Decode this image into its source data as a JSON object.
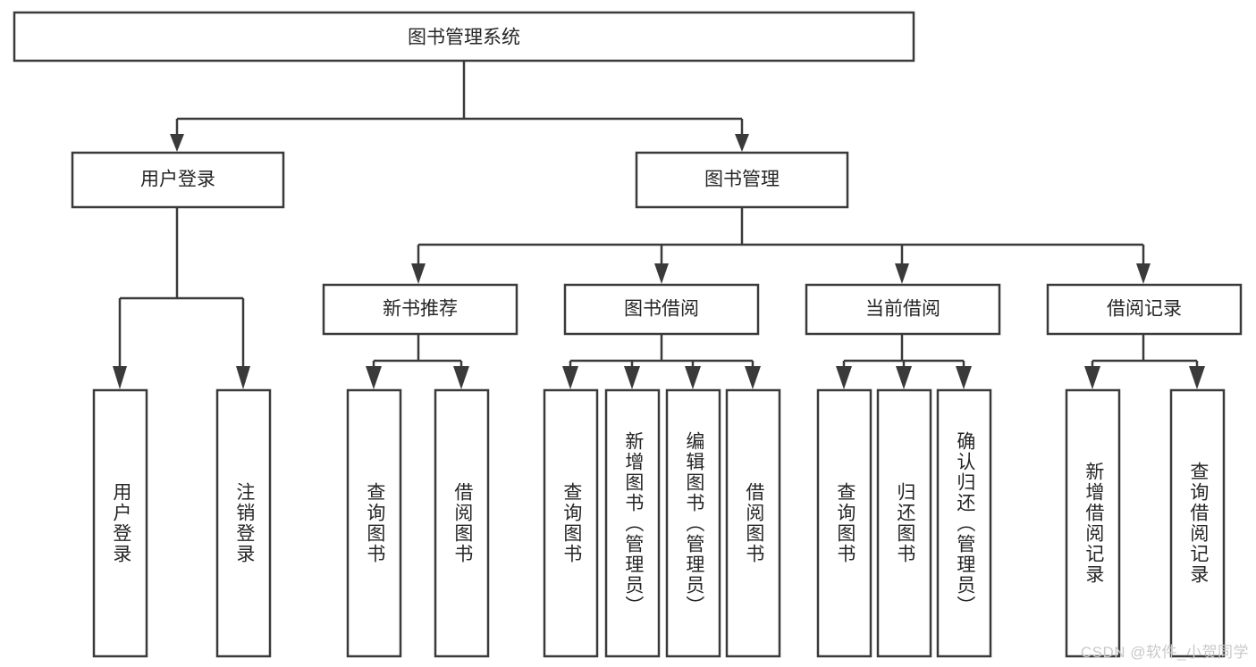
{
  "diagram": {
    "type": "tree-hierarchy",
    "title": "图书管理系统",
    "watermark": "CSDN @软件_小贺同学",
    "colors": {
      "box_stroke": "#3a3a3a",
      "box_fill": "#ffffff",
      "text": "#262626",
      "background": "#ffffff",
      "watermark": "#c9c9c9"
    },
    "root": {
      "id": "root",
      "label": "图书管理系统"
    },
    "level2": [
      {
        "id": "user-login",
        "label": "用户登录"
      },
      {
        "id": "book-manage",
        "label": "图书管理"
      }
    ],
    "level3": [
      {
        "id": "new-book-recommend",
        "label": "新书推荐",
        "parent": "book-manage"
      },
      {
        "id": "book-borrow",
        "label": "图书借阅",
        "parent": "book-manage"
      },
      {
        "id": "current-borrow",
        "label": "当前借阅",
        "parent": "book-manage"
      },
      {
        "id": "borrow-record",
        "label": "借阅记录",
        "parent": "book-manage"
      }
    ],
    "leaves": [
      {
        "id": "leaf-user-login",
        "label": "用户登录",
        "parent": "user-login"
      },
      {
        "id": "leaf-logout-login",
        "label": "注销登录",
        "parent": "user-login"
      },
      {
        "id": "leaf-query-book-1",
        "label": "查询图书",
        "parent": "new-book-recommend"
      },
      {
        "id": "leaf-borrow-book-1",
        "label": "借阅图书",
        "parent": "new-book-recommend"
      },
      {
        "id": "leaf-query-book-2",
        "label": "查询图书",
        "parent": "book-borrow"
      },
      {
        "id": "leaf-add-book",
        "label": "新增图书（管理员）",
        "parent": "book-borrow"
      },
      {
        "id": "leaf-edit-book",
        "label": "编辑图书（管理员）",
        "parent": "book-borrow"
      },
      {
        "id": "leaf-borrow-book-2",
        "label": "借阅图书",
        "parent": "book-borrow"
      },
      {
        "id": "leaf-query-book-3",
        "label": "查询图书",
        "parent": "current-borrow"
      },
      {
        "id": "leaf-return-book",
        "label": "归还图书",
        "parent": "current-borrow"
      },
      {
        "id": "leaf-confirm-return",
        "label": "确认归还（管理员）",
        "parent": "current-borrow"
      },
      {
        "id": "leaf-add-record",
        "label": "新增借阅记录",
        "parent": "borrow-record"
      },
      {
        "id": "leaf-query-record",
        "label": "查询借阅记录",
        "parent": "borrow-record"
      }
    ]
  }
}
